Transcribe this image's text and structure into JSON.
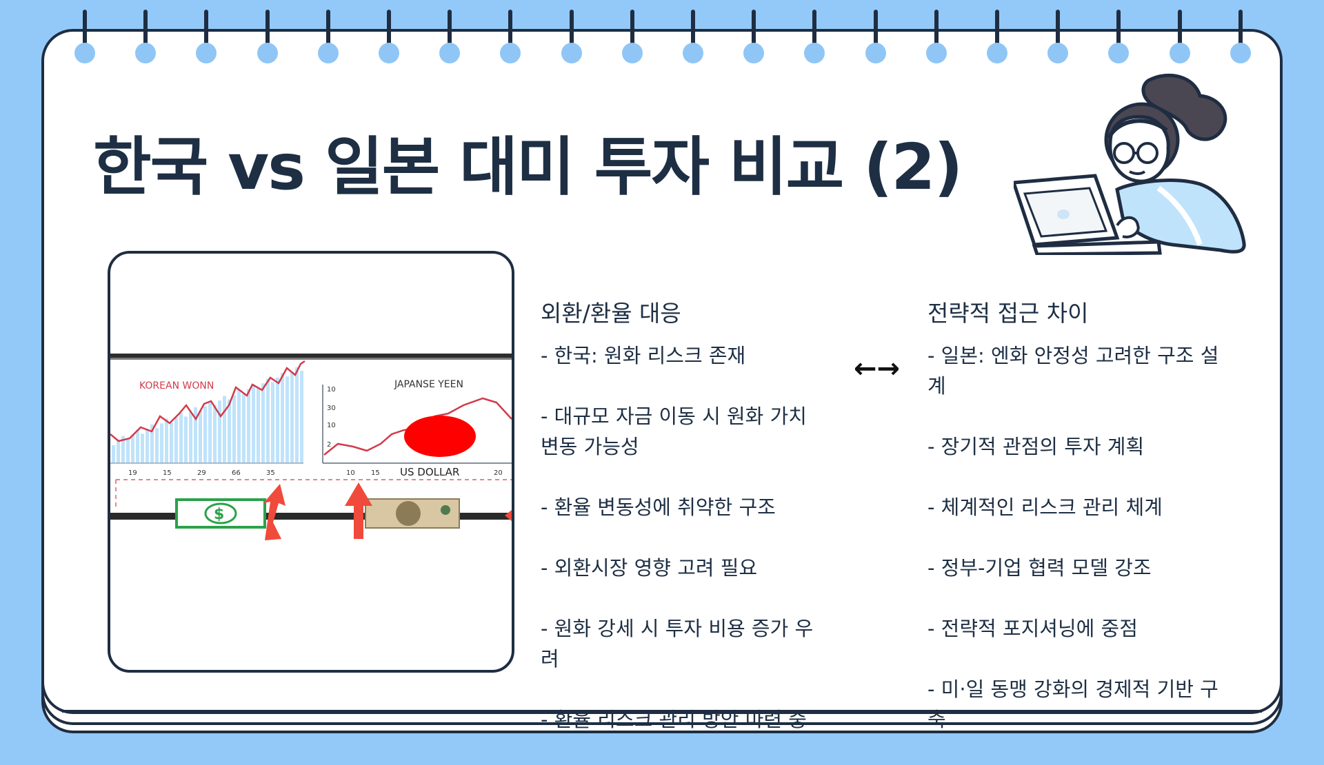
{
  "slide": {
    "title": "한국 vs 일본 대미 투자 비교 (2)",
    "left_heading": "외환/환율 대응",
    "right_heading": "전략적 접근 차이",
    "connector": "←→",
    "left_items": [
      "- 한국: 원화 리스크 존재",
      "- 대규모 자금 이동 시 원화 가치 변동 가능성",
      "- 환율 변동성에 취약한 구조",
      "- 외환시장 영향 고려 필요",
      "- 원화 강세 시 투자 비용 증가 우려",
      "- 환율 리스크 관리 방안 마련 중"
    ],
    "right_items": [
      "- 일본: 엔화 안정성 고려한 구조 설계",
      "- 장기적 관점의 투자 계획",
      "- 체계적인 리스크 관리 체계",
      "- 정부-기업 협력 모델 강조",
      "- 전략적 포지셔닝에 중점",
      "- 미·일 동맹 강화의 경제적 기반 구축"
    ]
  },
  "figure": {
    "left_panel_title": "KOREAN WONN",
    "right_panel_title": "JAPANSE YEEN",
    "right_panel_xlabel": "US DOLLAR",
    "left_ticks": [
      "19",
      "15",
      "29",
      "66",
      "35"
    ],
    "right_ticks": [
      "10",
      "15",
      "20"
    ],
    "right_yticks": [
      "10",
      "30",
      "10",
      "2"
    ],
    "dollar_sign": "$"
  },
  "colors": {
    "background": "#93c9f8",
    "ink": "#1e2f44",
    "chart_line": "#d23a4a",
    "chart_bars": "#bfe3fb",
    "sun": "#ff0000",
    "arrow": "#f04a3c"
  }
}
